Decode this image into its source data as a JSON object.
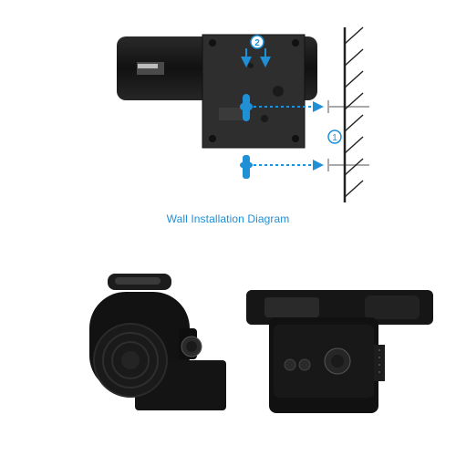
{
  "caption": "Wall Installation Diagram",
  "step_markers": [
    "2",
    "1"
  ],
  "button_labels": [
    "",
    ""
  ],
  "colors": {
    "accent": "#1f8fd6",
    "device": "#1a1a1a",
    "plate": "#2e2e2e",
    "wall": "#222222",
    "screw": "#a9a9a9"
  },
  "icons": [
    "mounting-plate-icon",
    "screw-icon",
    "wall-icon",
    "arrow-icon"
  ]
}
